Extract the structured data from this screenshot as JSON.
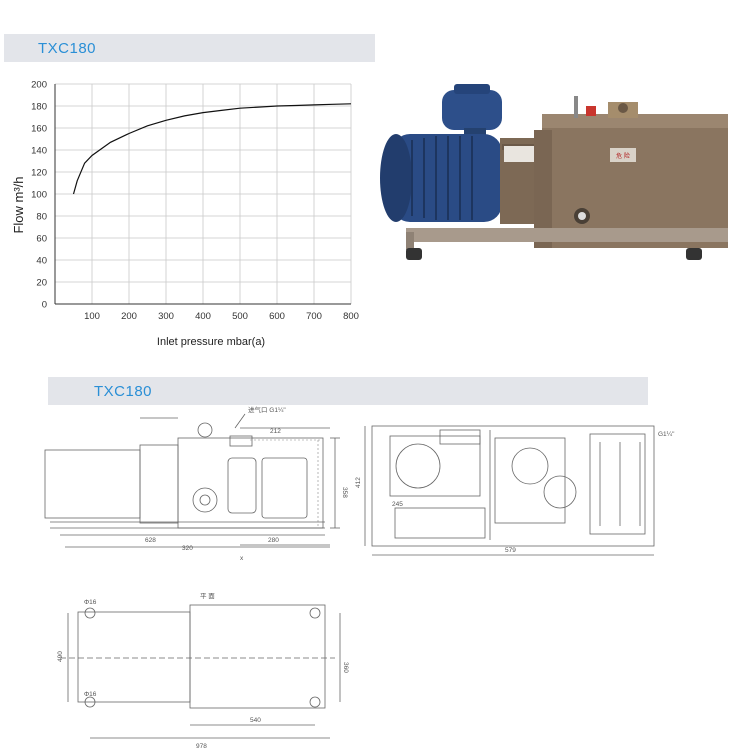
{
  "header_top": {
    "title": "TXC180"
  },
  "header_drawings": {
    "title": "TXC180"
  },
  "chart_data": {
    "type": "line",
    "title": "",
    "xlabel": "Inlet pressure mbar(a)",
    "ylabel": "Flow m³/h",
    "xlim": [
      0,
      800
    ],
    "ylim": [
      0,
      200
    ],
    "xticks": [
      0,
      100,
      200,
      300,
      400,
      500,
      600,
      700,
      800
    ],
    "yticks": [
      0,
      20,
      40,
      60,
      80,
      100,
      120,
      140,
      160,
      180,
      200
    ],
    "grid": true,
    "series": [
      {
        "x": [
          50,
          60,
          80,
          100,
          150,
          200,
          250,
          300,
          350,
          400,
          450,
          500,
          550,
          600,
          650,
          700,
          750,
          800
        ],
        "y": [
          100,
          112,
          128,
          135,
          147,
          155,
          162,
          167,
          171,
          174,
          176,
          178,
          179,
          180,
          180.5,
          181,
          181.5,
          182
        ]
      }
    ]
  },
  "photo": {
    "label_plate": "危 险",
    "colors": {
      "body": "#8a7560",
      "motor": "#2d4f8a"
    }
  },
  "drawings": {
    "side_view": {
      "dims": {
        "inlet": "进气口 G1¼\"",
        "top_length": "212",
        "height": "358",
        "base_a": "628",
        "base_b": "320",
        "base_c": "280",
        "mark": "x"
      }
    },
    "end_view": {
      "dims": {
        "height": "412",
        "inner": "245",
        "width": "579",
        "port": "G1¼\""
      }
    },
    "footprint": {
      "dims": {
        "view_label": "平 面",
        "hole": "Φ16",
        "hole_b": "Φ16",
        "total_h": "490",
        "inner_h": "360",
        "inner_w": "540",
        "total_w": "978"
      }
    }
  }
}
